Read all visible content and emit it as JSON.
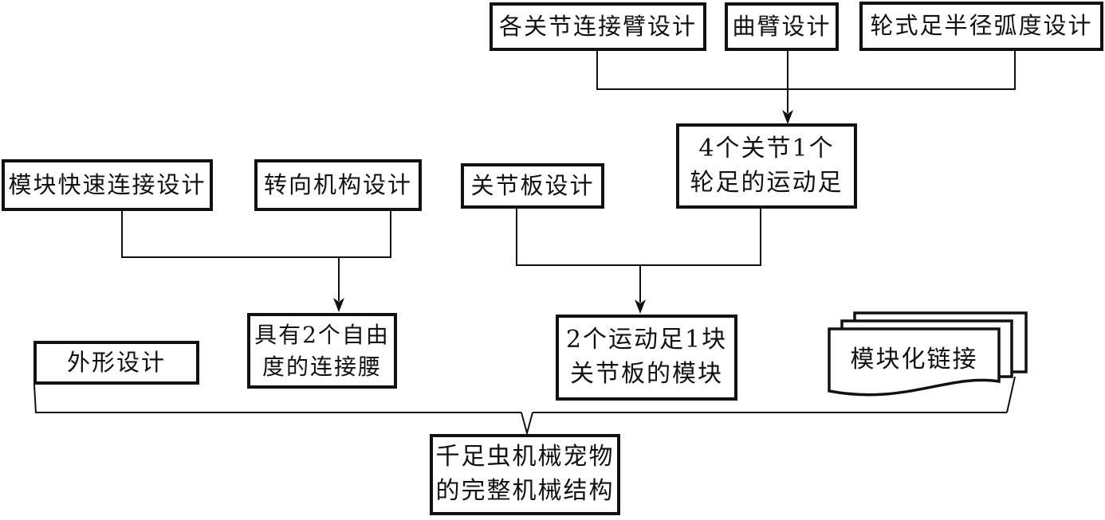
{
  "colors": {
    "ink": "#111111",
    "background": "#ffffff"
  },
  "nodes": {
    "joint_arm_design": {
      "label": "各关节连接臂设计"
    },
    "crank_arm_design": {
      "label": "曲臂设计"
    },
    "wheel_foot_radius_design": {
      "label": "轮式足半径弧度设计"
    },
    "motion_foot": {
      "line1": "4个关节1个",
      "line2": "轮足的运动足"
    },
    "module_quick_connect_design": {
      "label": "模块快速连接设计"
    },
    "steering_mechanism_design": {
      "label": "转向机构设计"
    },
    "joint_plate_design": {
      "label": "关节板设计"
    },
    "shape_design": {
      "label": "外形设计"
    },
    "connecting_waist": {
      "line1": "具有2个自由",
      "line2": "度的连接腰"
    },
    "module_block": {
      "line1": "2个运动足1块",
      "line2": "关节板的模块"
    },
    "modular_link": {
      "label": "模块化链接"
    },
    "final_structure": {
      "line1": "千足虫机械宠物",
      "line2": "的完整机械结构"
    }
  }
}
